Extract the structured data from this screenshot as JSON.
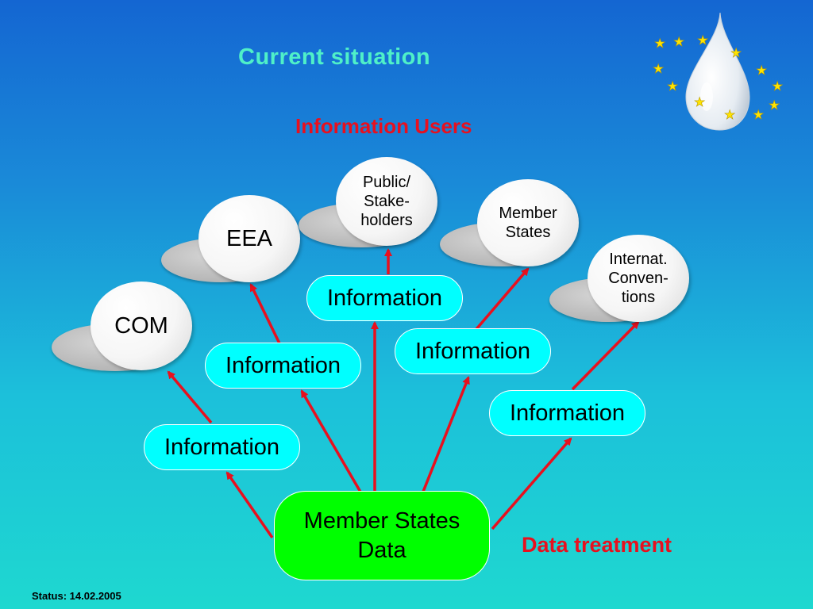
{
  "slide": {
    "title": "Current situation",
    "users_label": "Information Users",
    "treatment_label": "Data treatment",
    "status": "Status: 14.02.2005"
  },
  "users": {
    "com": "COM",
    "eea": "EEA",
    "public": [
      "Public/",
      "Stake-",
      "holders"
    ],
    "member_states": [
      "Member",
      "States"
    ],
    "internat": [
      "Internat.",
      "Conven-",
      "tions"
    ]
  },
  "info_boxes": [
    "Information",
    "Information",
    "Information",
    "Information",
    "Information"
  ],
  "source": {
    "line1": "Member States",
    "line2": "Data"
  },
  "colors": {
    "title": "#4ff0c8",
    "red": "#e8101e",
    "info_fill": "#00ffff",
    "source_fill": "#00ff00"
  },
  "logo": "eu-water-drop-with-stars-icon"
}
